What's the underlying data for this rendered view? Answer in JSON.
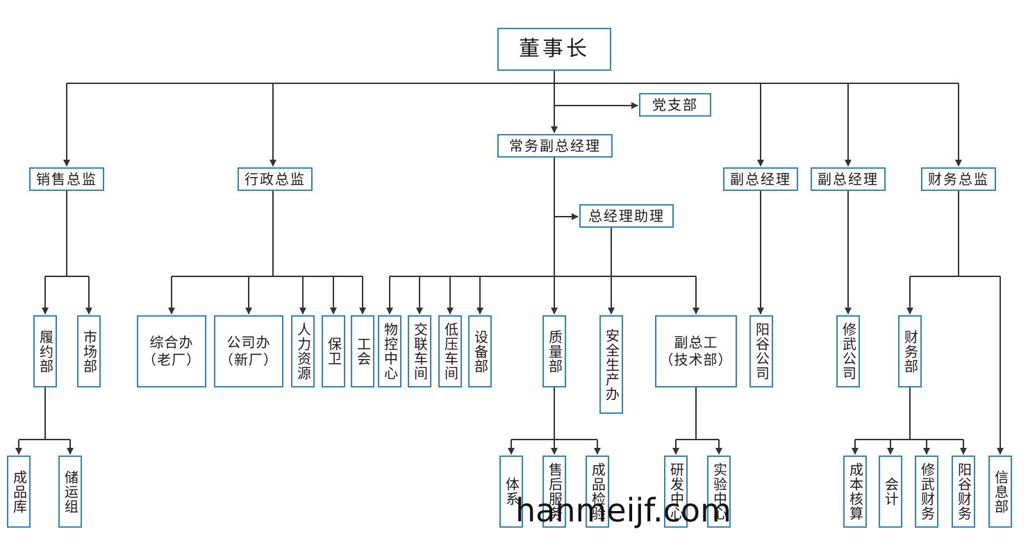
{
  "org_chart": {
    "root": "董事长",
    "party_branch": "党支部",
    "exec_vp": "常务副总经理",
    "gm_assistant": "总经理助理",
    "sales_director": "销售总监",
    "admin_director": "行政总监",
    "vp_1": "副总经理",
    "vp_2": "副总经理",
    "finance_director": "财务总监",
    "fulfillment": "履约部",
    "marketing": "市场部",
    "finished_goods_warehouse": "成品库",
    "storage_transport": "储运组",
    "general_office_old": "综合办\n（老厂）",
    "company_office_new": "公司办\n（新厂）",
    "hr": "人力资源",
    "security": "保卫",
    "union": "工会",
    "material_control": "物控中心",
    "ac_workshop": "交联车间",
    "lv_workshop": "低压车间",
    "equipment": "设备部",
    "quality": "质量部",
    "safety_office": "安全生产办",
    "deputy_chief_engineer": "副总工\n（技术部）",
    "yanggu_company": "阳谷公司",
    "xiuwu_company": "修武公司",
    "finance_dept": "财务部",
    "system": "体系",
    "after_sales": "售后服务",
    "product_inspection": "成品检验",
    "rd_center": "研发中心",
    "lab_center": "实验中心",
    "cost_accounting": "成本核算",
    "accounting": "会计",
    "xiuwu_finance": "修武财务",
    "yanggu_finance": "阳谷财务",
    "it_dept": "信息部"
  },
  "watermark": "hanmeijf.com",
  "colors": {
    "border": "#2f86bd",
    "line": "#333333",
    "text": "#1a1a1a"
  }
}
